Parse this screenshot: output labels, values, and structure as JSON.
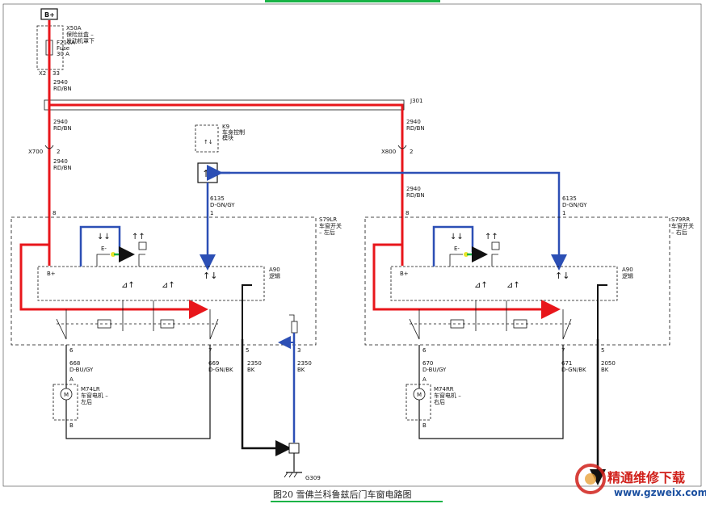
{
  "colors": {
    "power_wire": "#e8161b",
    "signal_wire": "#2c4fb5",
    "ground_wire": "#111111",
    "green_bar": "#19b347",
    "accent_yellow": "#e8e42a",
    "watermark_red": "#d0201a",
    "watermark_blue": "#1a4fa0"
  },
  "power": {
    "bplus": "B+"
  },
  "fuse_block": {
    "id": "X50A",
    "name": "保险丝盒 –",
    "location": "发动机罩下",
    "fuse_label": "F21UA",
    "fuse_word": "Fuse",
    "fuse_rating": "30 A",
    "conn": "X2",
    "pin": "33"
  },
  "wires": {
    "w2940a": {
      "circuit": "2940",
      "color": "RD/BN"
    },
    "w2940b": {
      "circuit": "2940",
      "color": "RD/BN"
    },
    "w2940c": {
      "circuit": "2940",
      "color": "RD/BN"
    },
    "w2940d": {
      "circuit": "2940",
      "color": "RD/BN"
    },
    "w2940e": {
      "circuit": "2940",
      "color": "RD/BN"
    },
    "w6135l": {
      "circuit": "6135",
      "color": "D-GN/GY"
    },
    "w6135r": {
      "circuit": "6135",
      "color": "D-GN/GY"
    },
    "w668": {
      "circuit": "668",
      "color": "D-BU/GY"
    },
    "w669": {
      "circuit": "669",
      "color": "D-GN/BK"
    },
    "w2350a": {
      "circuit": "2350",
      "color": "BK"
    },
    "w2350b": {
      "circuit": "2350",
      "color": "BK"
    },
    "w670": {
      "circuit": "670",
      "color": "D-BU/GY"
    },
    "w671": {
      "circuit": "671",
      "color": "D-GN/BK"
    },
    "w2050": {
      "circuit": "2050",
      "color": "BK"
    }
  },
  "splice": {
    "id": "J301"
  },
  "connectors": {
    "x700": {
      "id": "X700",
      "pin": "2"
    },
    "x800": {
      "id": "X800",
      "pin": "2"
    }
  },
  "bcm": {
    "id": "K9",
    "line1": "车身控制",
    "line2": "模块"
  },
  "switch_left": {
    "id": "S79LR",
    "line1": "车窗开关",
    "line2": "– 左后",
    "logic_id": "A90",
    "logic_label": "逻辑",
    "pin_bplus": "B+",
    "pin_supply": "8",
    "pin_signal": "1",
    "pin_motor_a": "6",
    "pin_motor_b": "7",
    "pin_ground": "5"
  },
  "switch_right": {
    "id": "S79RR",
    "line1": "车窗开关",
    "line2": "– 右后",
    "logic_id": "A90",
    "logic_label": "逻辑",
    "pin_bplus": "B+",
    "pin_supply": "8",
    "pin_signal": "1",
    "pin_motor_a": "6",
    "pin_motor_b": "7",
    "pin_ground": "5"
  },
  "motor_left": {
    "id": "M74LR",
    "line1": "车窗电机 –",
    "line2": "左后",
    "pin_a": "A",
    "pin_b": "B",
    "symbol": "M"
  },
  "motor_right": {
    "id": "M74RR",
    "line1": "车窗电机 –",
    "line2": "右后",
    "pin_a": "A",
    "pin_b": "B",
    "symbol": "M"
  },
  "ground_link": {
    "pin": "3"
  },
  "ground": {
    "id": "G309"
  },
  "caption": "图20  雪佛兰科鲁兹后门车窗电路图",
  "watermark": {
    "text": "精通维修下载",
    "url": "www.gzweix.com"
  }
}
